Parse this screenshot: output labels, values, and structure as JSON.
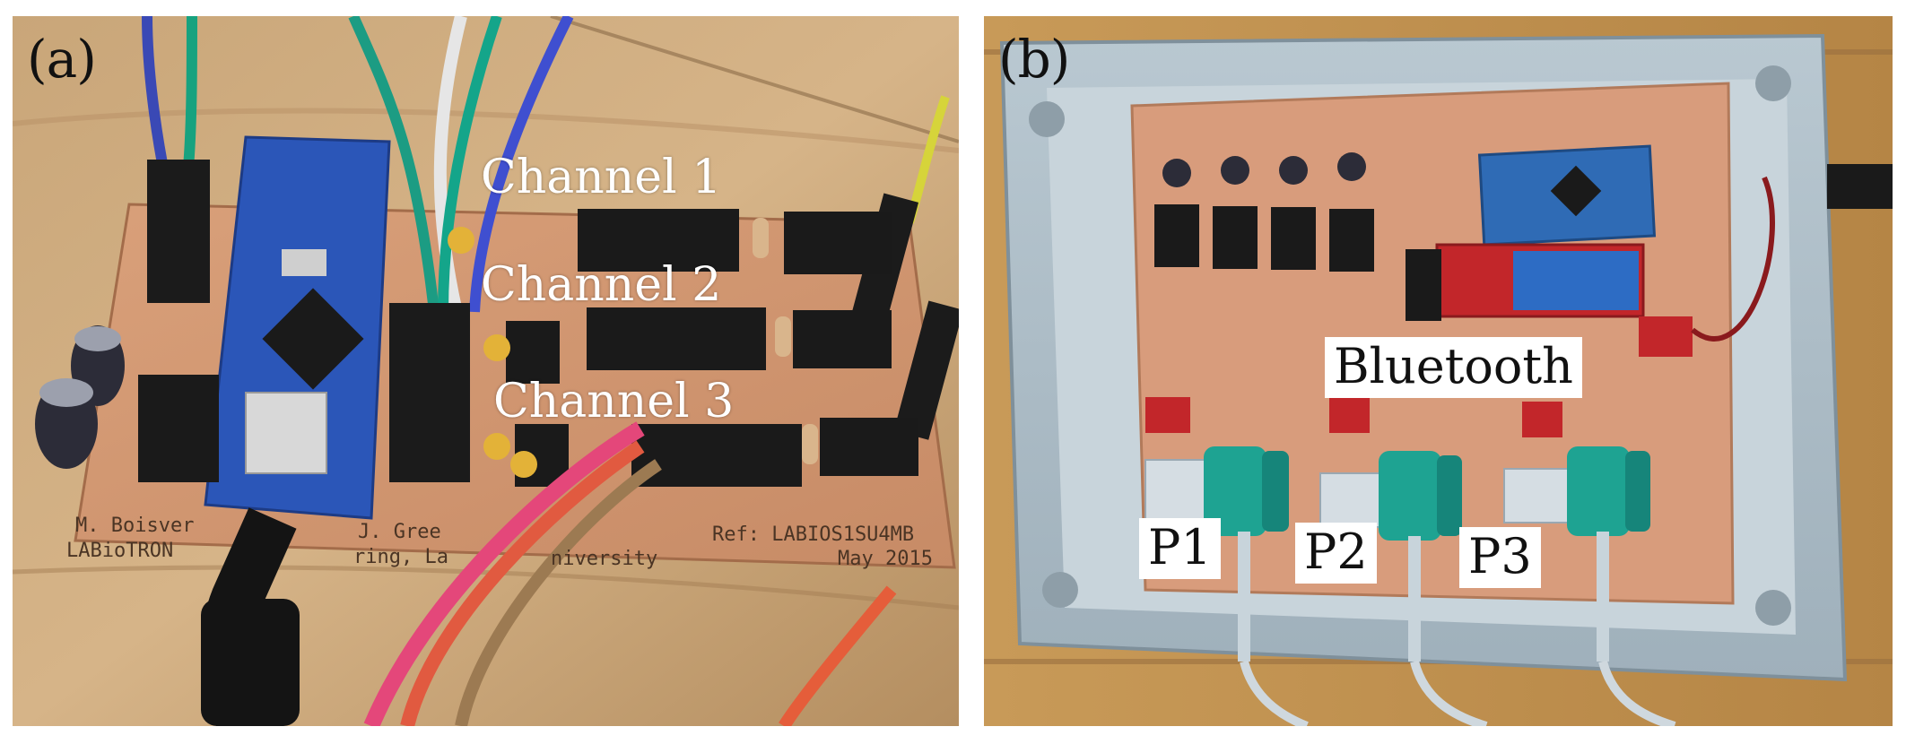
{
  "panel_a": {
    "label": "(a)",
    "channels": [
      "Channel 1",
      "Channel 2",
      "Channel 3"
    ],
    "pcb_text_left": [
      "M. Boisver",
      "LABioTRON"
    ],
    "pcb_text_mid": [
      "J. Gree",
      "ring, La",
      "niversity"
    ],
    "pcb_text_right": [
      "Ref: LABIOS1SU4MB",
      "May 2015"
    ]
  },
  "panel_b": {
    "label": "(b)",
    "bluetooth": "Bluetooth",
    "pumps": [
      "P1",
      "P2",
      "P3"
    ]
  }
}
